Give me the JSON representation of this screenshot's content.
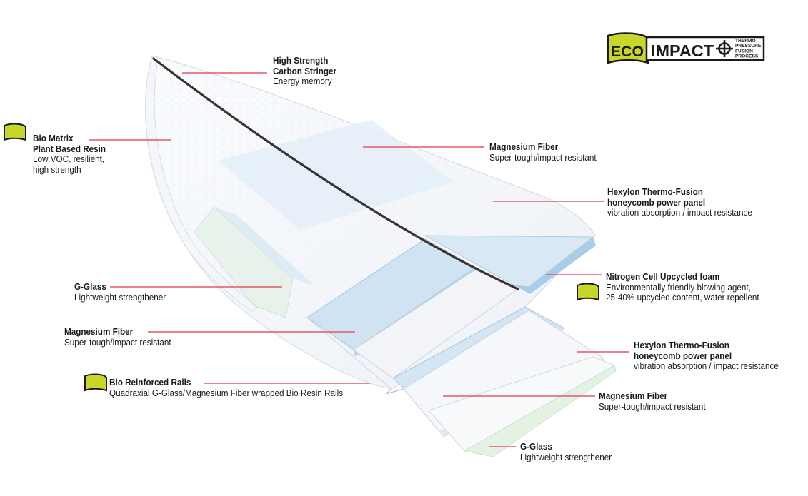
{
  "logo": {
    "eco": "ECO",
    "impact": "IMPACT",
    "process_lines": [
      "THERMO",
      "PRESSURE",
      "FUSION",
      "PROCESS"
    ]
  },
  "callouts": [
    {
      "id": "carbon-stringer",
      "title_lines": [
        "High Strength",
        "Carbon Stringer"
      ],
      "desc_lines": [
        "Energy memory"
      ],
      "eco": false
    },
    {
      "id": "bio-matrix",
      "title_lines": [
        "Bio Matrix",
        "Plant Based Resin"
      ],
      "desc_lines": [
        "Low VOC, resilient,",
        "high strength"
      ],
      "eco": true
    },
    {
      "id": "magnesium-fiber-top",
      "title_lines": [
        "Magnesium Fiber"
      ],
      "desc_lines": [
        "Super-tough/impact resistant"
      ],
      "eco": false
    },
    {
      "id": "hexylon-top",
      "title_lines": [
        "Hexylon Thermo-Fusion",
        "honeycomb power panel"
      ],
      "desc_lines": [
        "vibration absorption / impact resistance"
      ],
      "eco": false
    },
    {
      "id": "nitrogen-foam",
      "title_lines": [
        "Nitrogen Cell Upcycled foam"
      ],
      "desc_lines": [
        "Environmentally friendly blowing agent,",
        "25-40% upcycled content, water repellent"
      ],
      "eco": true
    },
    {
      "id": "g-glass-left",
      "title_lines": [
        "G-Glass"
      ],
      "desc_lines": [
        "Lightweight strengthener"
      ],
      "eco": false
    },
    {
      "id": "magnesium-fiber-left",
      "title_lines": [
        "Magnesium Fiber"
      ],
      "desc_lines": [
        "Super-tough/impact resistant"
      ],
      "eco": false
    },
    {
      "id": "hexylon-bottom",
      "title_lines": [
        "Hexylon Thermo-Fusion",
        "honeycomb power panel"
      ],
      "desc_lines": [
        "vibration absorption / impact resistance"
      ],
      "eco": false
    },
    {
      "id": "bio-rails",
      "title_lines": [
        "Bio Reinforced Rails"
      ],
      "desc_lines": [
        "Quadraxial G-Glass/Magnesium Fiber wrapped Bio Resin Rails"
      ],
      "eco": true
    },
    {
      "id": "magnesium-fiber-bottom",
      "title_lines": [
        "Magnesium Fiber"
      ],
      "desc_lines": [
        "Super-tough/impact resistant"
      ],
      "eco": false
    },
    {
      "id": "g-glass-bottom",
      "title_lines": [
        "G-Glass"
      ],
      "desc_lines": [
        "Lightweight strengthener"
      ],
      "eco": false
    }
  ],
  "colors": {
    "leader": "#e35a66",
    "eco_leaf": "#c8d62a",
    "stringer": "#3a3230",
    "layer_blue": "#cfe3f2",
    "layer_blue_dark": "#a9cde6",
    "glass_green": "#e4f2e4"
  }
}
